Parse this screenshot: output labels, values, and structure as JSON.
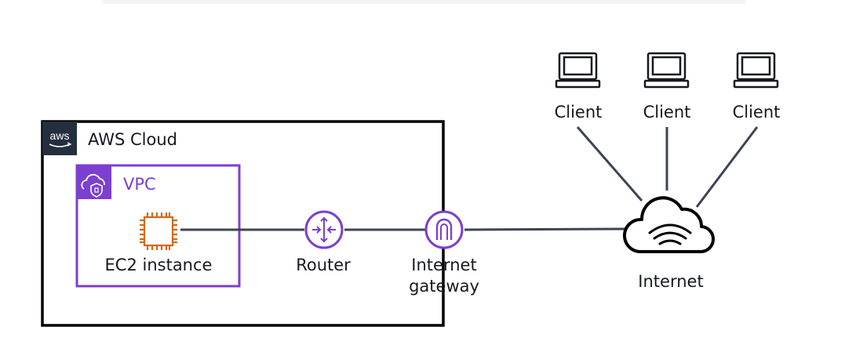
{
  "aws_cloud": {
    "label": "AWS Cloud",
    "badge_text": "aws"
  },
  "vpc": {
    "label": "VPC"
  },
  "ec2": {
    "label": "EC2 instance"
  },
  "router": {
    "label": "Router"
  },
  "gateway": {
    "label_line1": "Internet",
    "label_line2": "gateway"
  },
  "internet": {
    "label": "Internet"
  },
  "clients": [
    {
      "label": "Client"
    },
    {
      "label": "Client"
    },
    {
      "label": "Client"
    }
  ],
  "colors": {
    "cloud_border": "#000000",
    "vpc": "#7b3fd1",
    "ec2": "#d86613",
    "connector": "#3d4554",
    "icon": "#16191f"
  }
}
